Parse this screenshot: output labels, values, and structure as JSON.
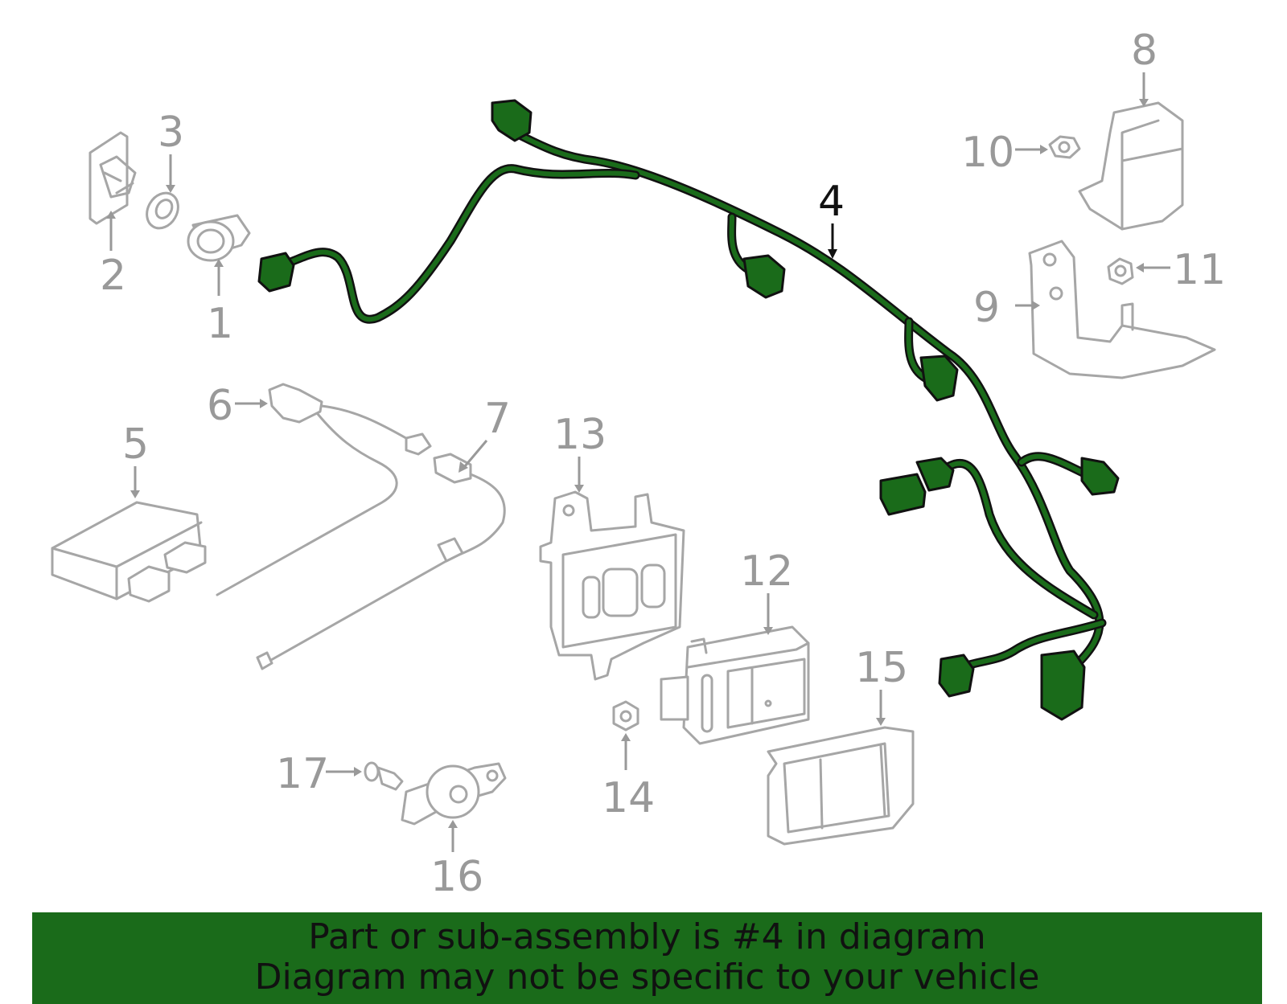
{
  "callouts": {
    "c1": "1",
    "c2": "2",
    "c3": "3",
    "c4": "4",
    "c5": "5",
    "c6": "6",
    "c7": "7",
    "c8": "8",
    "c9": "9",
    "c10": "10",
    "c11": "11",
    "c12": "12",
    "c13": "13",
    "c14": "14",
    "c15": "15",
    "c16": "16",
    "c17": "17"
  },
  "highlighted_part": "4",
  "banner": {
    "line1": "Part or sub-assembly is #4 in diagram",
    "line2": "Diagram may not be specific to your vehicle"
  },
  "colors": {
    "highlight_green": "#1a6b1a",
    "part_gray": "#a6a6a6",
    "callout_gray": "#999999"
  }
}
